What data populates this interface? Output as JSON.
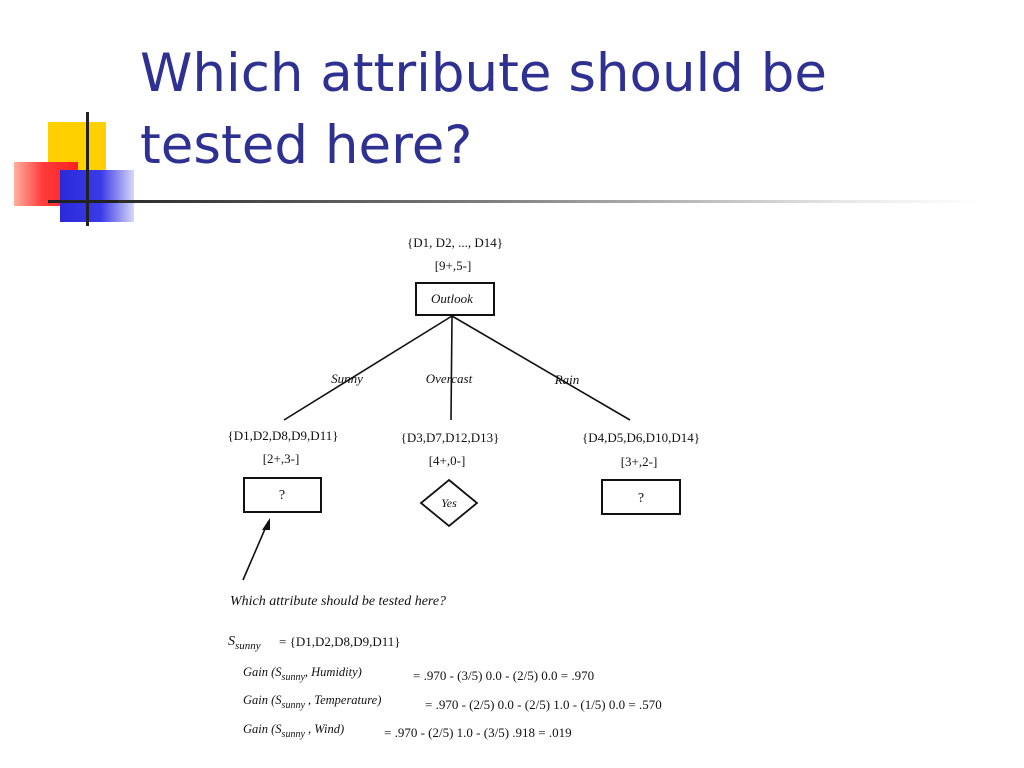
{
  "slide": {
    "title_line1": "Which attribute should be",
    "title_line2": "tested here?"
  },
  "tree": {
    "root": {
      "examples": "{D1, D2, ..., D14}",
      "counts": "[9+,5-]",
      "attribute": "Outlook"
    },
    "branches": [
      {
        "label": "Sunny",
        "examples": "{D1,D2,D8,D9,D11}",
        "counts": "[2+,3-]",
        "node": "?"
      },
      {
        "label": "Overcast",
        "examples": "{D3,D7,D12,D13}",
        "counts": "[4+,0-]",
        "node": "Yes"
      },
      {
        "label": "Rain",
        "examples": "{D4,D5,D6,D10,D14}",
        "counts": "[3+,2-]",
        "node": "?"
      }
    ]
  },
  "question": "Which attribute should be tested here?",
  "formulas": {
    "s_sunny_symbol": "S",
    "s_sunny_sub": "sunny",
    "s_sunny_value": "= {D1,D2,D8,D9,D11}",
    "gain_prefix": "Gain (S",
    "gains": [
      {
        "attr": ", Humidity)",
        "expr": "= .970  -  (3/5) 0.0  -  (2/5) 0.0  =  .970"
      },
      {
        "attr": " , Temperature)",
        "expr": "= .970  -  (2/5) 0.0  -  (2/5) 1.0  -  (1/5) 0.0  =  .570"
      },
      {
        "attr": " , Wind)",
        "expr": "=  .970  -  (2/5) 1.0  -  (3/5) .918  =  .019"
      }
    ]
  },
  "colors": {
    "title": "#2e3192",
    "accent_yellow": "#ffd000",
    "accent_red": "#ff2020",
    "accent_blue": "#2a2ad8"
  }
}
